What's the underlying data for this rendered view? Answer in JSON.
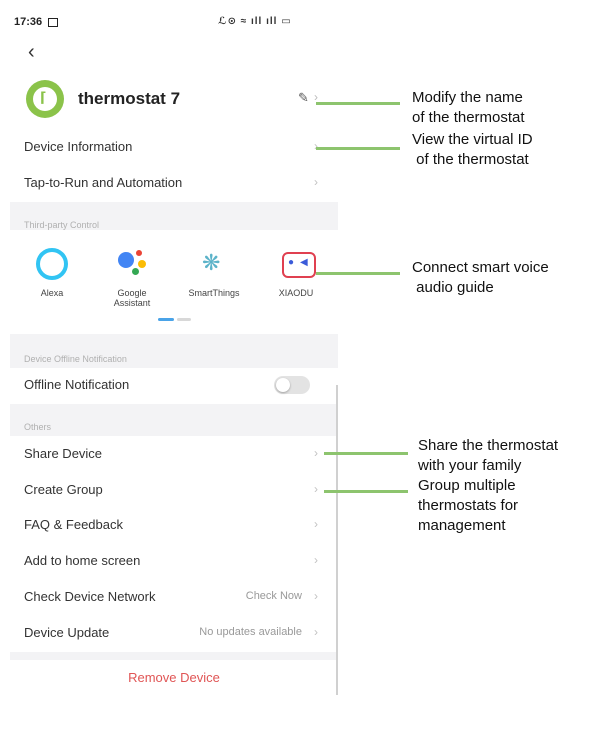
{
  "status_bar": {
    "time": "17:36",
    "icons": "ℒ⊙ ≈ ıll ıll ▭"
  },
  "device": {
    "name": "thermostat 7"
  },
  "main_rows": [
    {
      "label": "Device Information"
    },
    {
      "label": "Tap-to-Run and Automation"
    }
  ],
  "third_party": {
    "section_label": "Third-party Control",
    "items": [
      {
        "name": "Alexa"
      },
      {
        "name": "Google Assistant"
      },
      {
        "name": "SmartThings"
      },
      {
        "name": "XIAODU"
      }
    ]
  },
  "offline": {
    "section_label": "Device Offline Notification",
    "label": "Offline Notification",
    "toggle_on": false
  },
  "others": {
    "section_label": "Others",
    "rows": [
      {
        "label": "Share Device",
        "value": ""
      },
      {
        "label": "Create Group",
        "value": ""
      },
      {
        "label": "FAQ & Feedback",
        "value": ""
      },
      {
        "label": "Add to home screen",
        "value": ""
      },
      {
        "label": "Check Device Network",
        "value": "Check Now"
      },
      {
        "label": "Device Update",
        "value": "No updates available"
      }
    ]
  },
  "remove_label": "Remove Device",
  "annotations": [
    {
      "text": "Modify the name\nof the thermostat"
    },
    {
      "text": "View the virtual ID\n of the thermostat"
    },
    {
      "text": "Connect smart voice\n audio guide"
    },
    {
      "text": "Share the thermostat\nwith your family"
    },
    {
      "text": "Group multiple\nthermostats for\nmanagement"
    }
  ],
  "colors": {
    "accent_green": "#8bc34a",
    "callout_green": "#8dc46e",
    "remove_red": "#e05555",
    "section_bg": "#f3f3f5"
  }
}
